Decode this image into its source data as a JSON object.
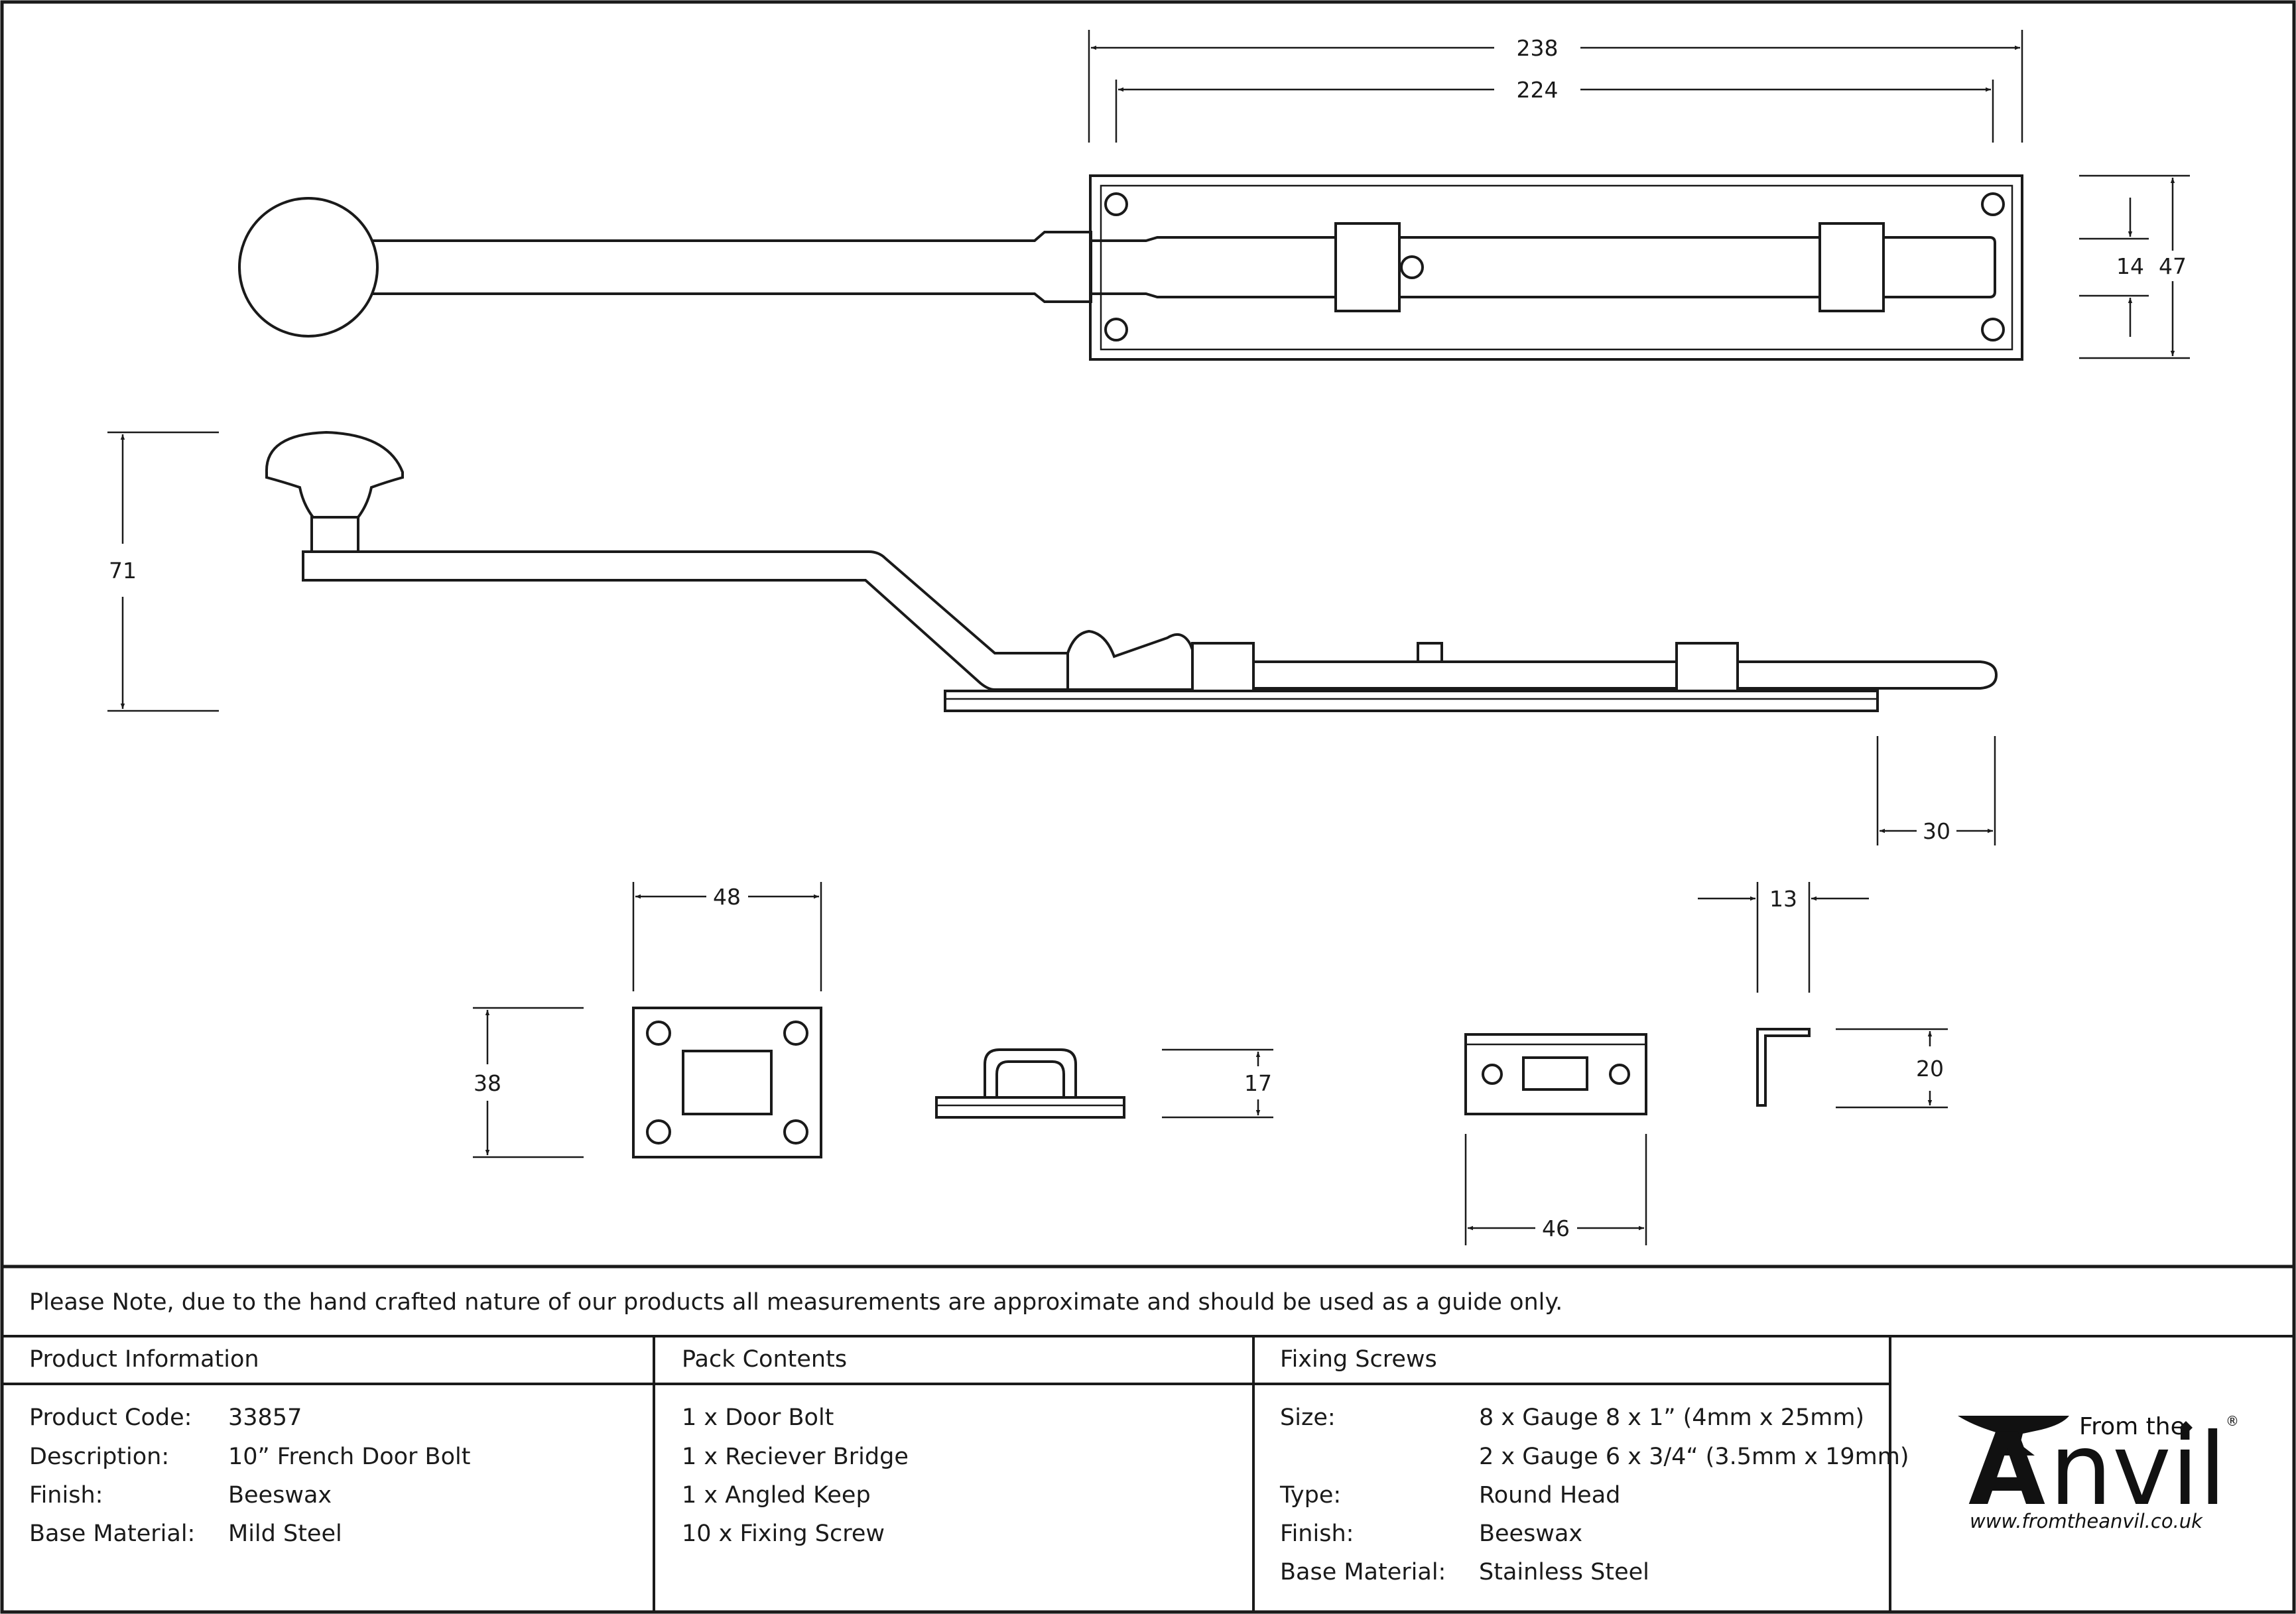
{
  "dimensions": {
    "plate_length_outer": "238",
    "plate_length_inner": "224",
    "bolt_width": "14",
    "plate_height": "47",
    "overall_height": "71",
    "bolt_projection": "30",
    "bridge_width": "48",
    "bridge_height": "38",
    "bridge_profile_height": "17",
    "angled_keep_depth": "13",
    "angled_keep_height": "20",
    "keep_plate_width": "46"
  },
  "note": "Please Note, due to the hand crafted nature of our products all measurements are approximate and should be used as a guide only.",
  "product_info": {
    "header": "Product Information",
    "rows": [
      {
        "label": "Product Code:",
        "value": "33857"
      },
      {
        "label": "Description:",
        "value": "10” French Door Bolt"
      },
      {
        "label": "Finish:",
        "value": "Beeswax"
      },
      {
        "label": "Base Material:",
        "value": "Mild Steel"
      }
    ]
  },
  "pack_contents": {
    "header": "Pack Contents",
    "items": [
      "1 x Door Bolt",
      "1 x Reciever Bridge",
      "1 x Angled Keep",
      "10 x Fixing Screw"
    ]
  },
  "fixing_screws": {
    "header": "Fixing Screws",
    "size_label": "Size:",
    "size_values": [
      "8 x Gauge 8 x 1” (4mm x 25mm)",
      "2 x Gauge 6 x 3/4“ (3.5mm x 19mm)"
    ],
    "type_label": "Type:",
    "type_value": "Round Head",
    "finish_label": "Finish:",
    "finish_value": "Beeswax",
    "material_label": "Base Material:",
    "material_value": "Stainless Steel"
  },
  "logo": {
    "from_the": "From the",
    "name": "Anvil",
    "registered": "®",
    "url": "www.fromtheanvil.co.uk"
  }
}
